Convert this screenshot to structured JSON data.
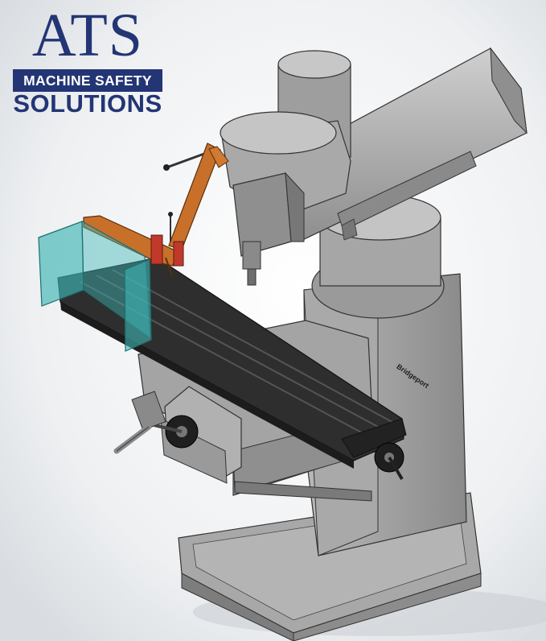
{
  "logo": {
    "wordmark": "ATS",
    "band_text": "MACHINE SAFETY",
    "sub_text": "SOLUTIONS",
    "colors": {
      "navy": "#233574",
      "white": "#ffffff"
    }
  },
  "machine": {
    "brand_plate": "Bridgeport",
    "colors": {
      "body": "#9c9c9c",
      "body_light": "#bdbdbd",
      "body_dark": "#6e6e6e",
      "table": "#2b2b2b",
      "guard_arm": "#c8702a",
      "guard_shield": "#3fb6b6",
      "switch_red": "#c0392b"
    }
  }
}
